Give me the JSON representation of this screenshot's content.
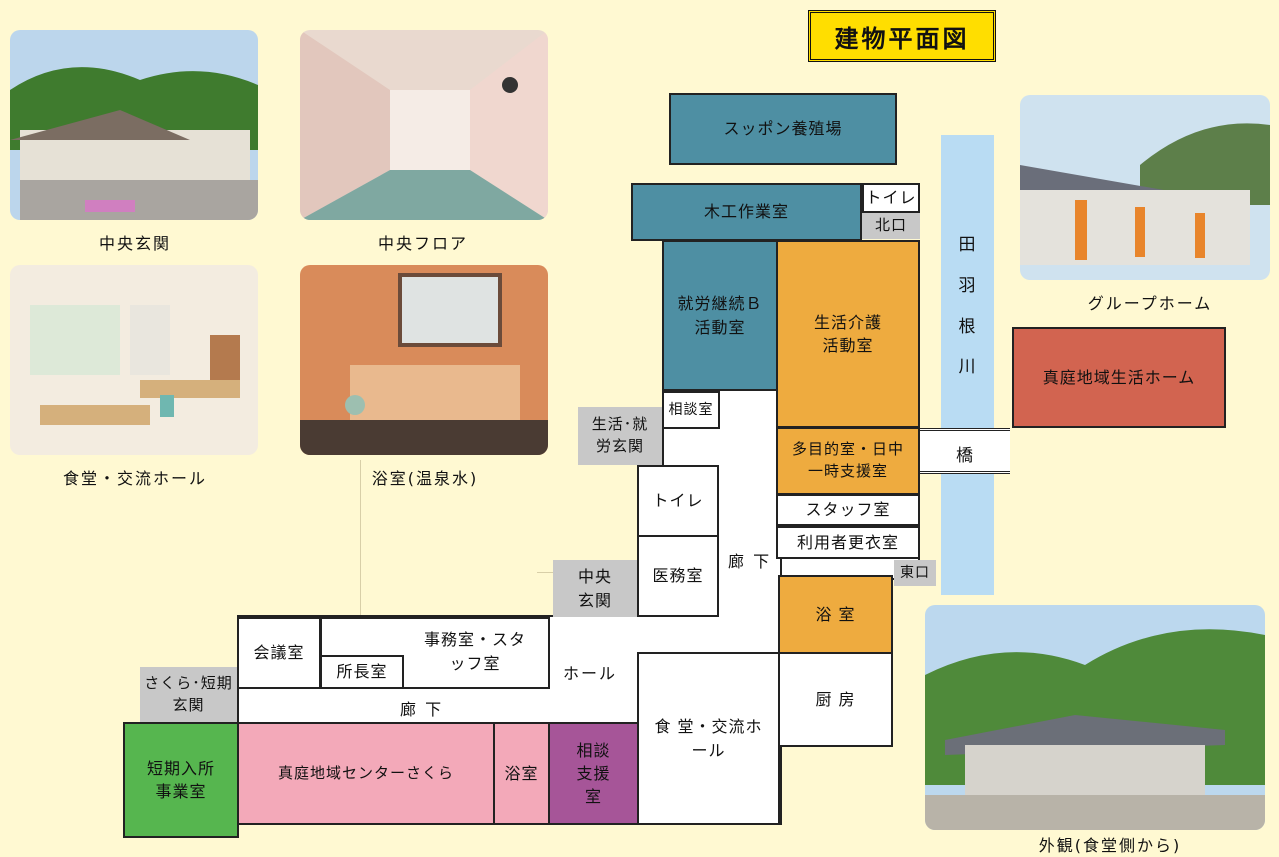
{
  "title": "建物平面図",
  "photos": {
    "entrance": "中央玄関",
    "floor": "中央フロア",
    "dining": "食堂・交流ホール",
    "bath": "浴室(温泉水)",
    "grouphome": "グループホーム",
    "exterior": "外観(食堂側から)"
  },
  "rooms": {
    "turtle_farm": "スッポン養殖場",
    "woodwork": "木工作業室",
    "toilet_n": "トイレ",
    "north_exit": "北口",
    "work_b": "就労継続Ｂ活動室",
    "life_care": "生活介護活動室",
    "consult": "相談室",
    "life_work_entrance": "生活･就労玄関",
    "multi": "多目的室・日中一時支援室",
    "staff": "スタッフ室",
    "changing": "利用者更衣室",
    "east_exit": "東口",
    "toilet": "トイレ",
    "medical": "医務室",
    "corridor_right": "廊 下",
    "central_entrance": "中央玄関",
    "bath": "浴 室",
    "kitchen": "厨 房",
    "meeting": "会議室",
    "director": "所長室",
    "office": "事務室・スタッフ室",
    "hall": "ホール",
    "sakura_entrance": "さくら･短期玄関",
    "corridor_left": "廊 下",
    "dining": "食 堂・交流ホール",
    "short_stay": "短期入所事業室",
    "center_sakura": "真庭地域センターさくら",
    "bath2": "浴室",
    "consult_support": "相談支援室",
    "river": "田羽根川",
    "bridge": "橋",
    "home": "真庭地域生活ホーム"
  }
}
